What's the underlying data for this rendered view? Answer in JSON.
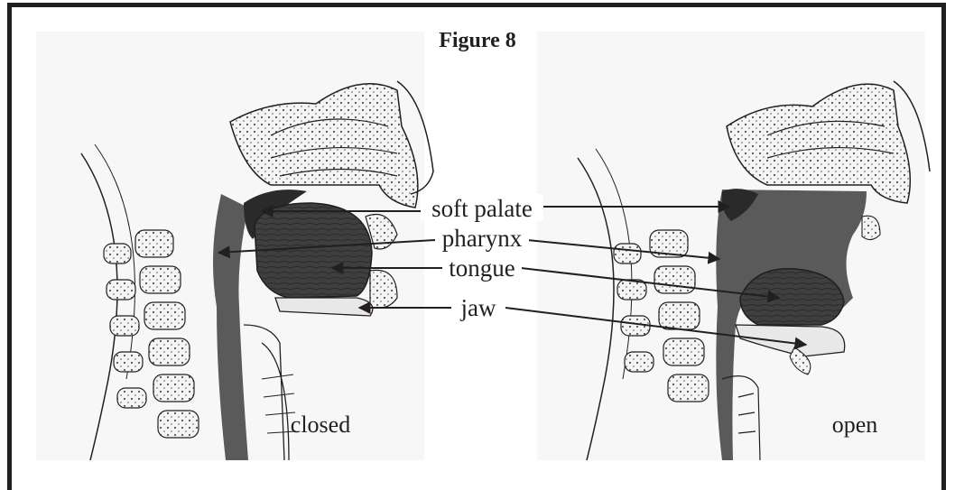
{
  "figure": {
    "title": "Figure 8",
    "labels": {
      "soft_palate": "soft palate",
      "pharynx": "pharynx",
      "tongue": "tongue",
      "jaw": "jaw"
    },
    "captions": {
      "left": "closed",
      "right": "open"
    }
  },
  "colors": {
    "line": "#231f20",
    "shading": "#5a5a5a",
    "tongue": "#3f3f3f",
    "bone": "#f2f2f2"
  }
}
